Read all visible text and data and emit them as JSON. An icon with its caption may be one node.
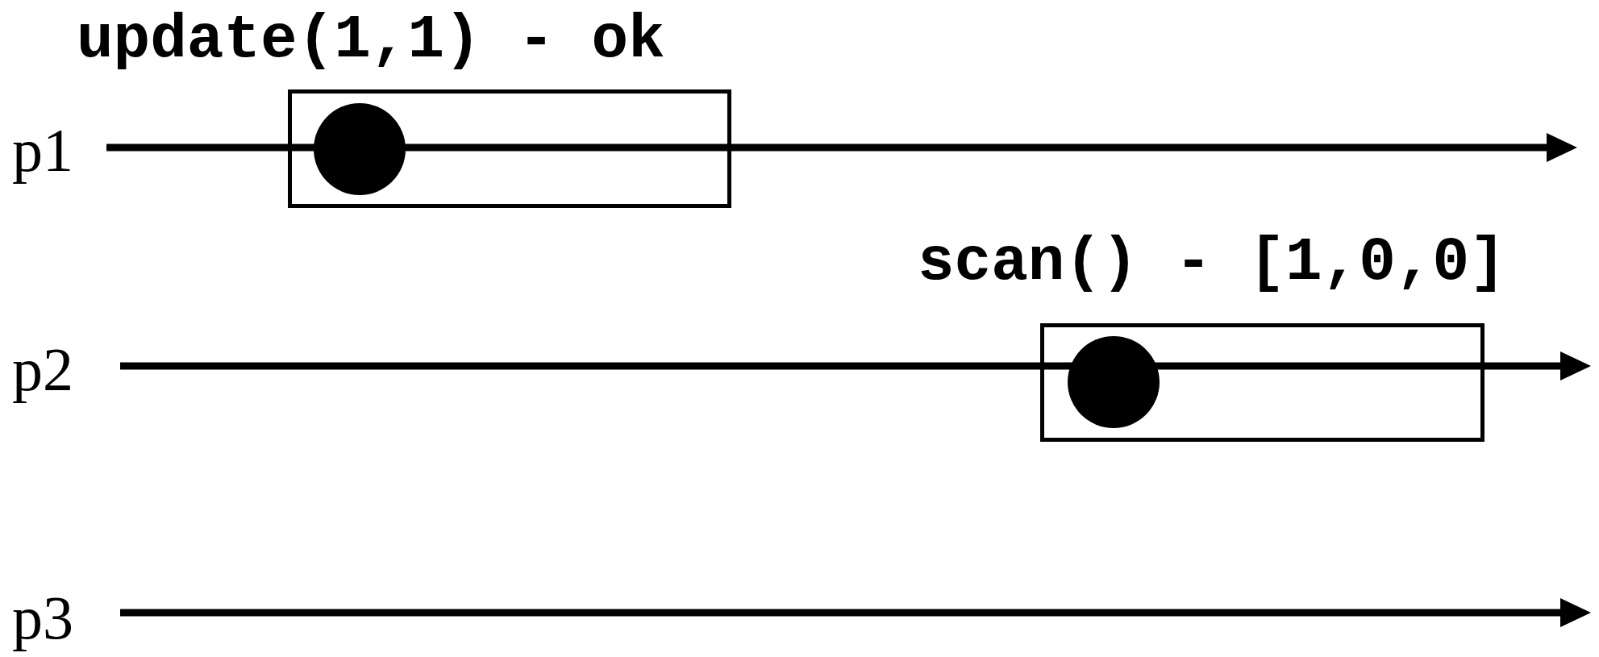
{
  "diagram": {
    "nodes": [
      {
        "text": [
          "update(1,1) - ok"
        ]
      },
      {
        "text": [],
        "shape": "circle",
        "in": 0
      },
      {
        "text": [
          "scan() - [1,0,0]"
        ]
      },
      {
        "text": [],
        "shape": "circle",
        "in": 2
      }
    ],
    "edges": [],
    "labels": [
      "p1",
      "p2",
      "p3"
    ]
  }
}
